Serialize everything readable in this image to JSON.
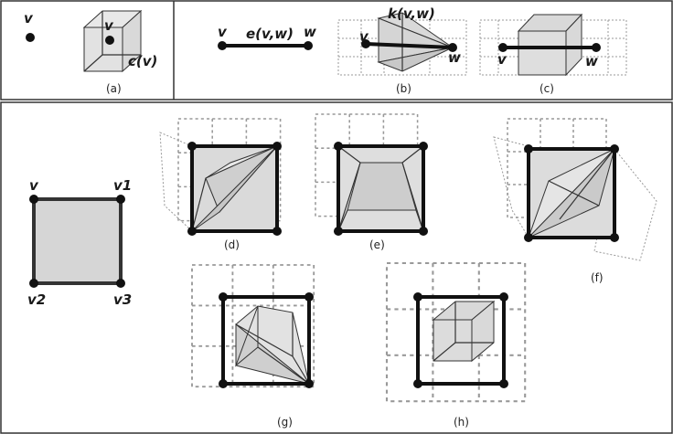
{
  "captions": [
    "(a)",
    "(b)",
    "(c)",
    "(d)",
    "(e)",
    "(f)",
    "(g)",
    "(h)"
  ],
  "labels": {
    "v": "v",
    "c_v": "c(v)",
    "e_vw": "e(v,w)",
    "w": "w",
    "k_vw": "k(v,w)",
    "v1": "v1",
    "v2": "v2",
    "v3": "v3"
  }
}
